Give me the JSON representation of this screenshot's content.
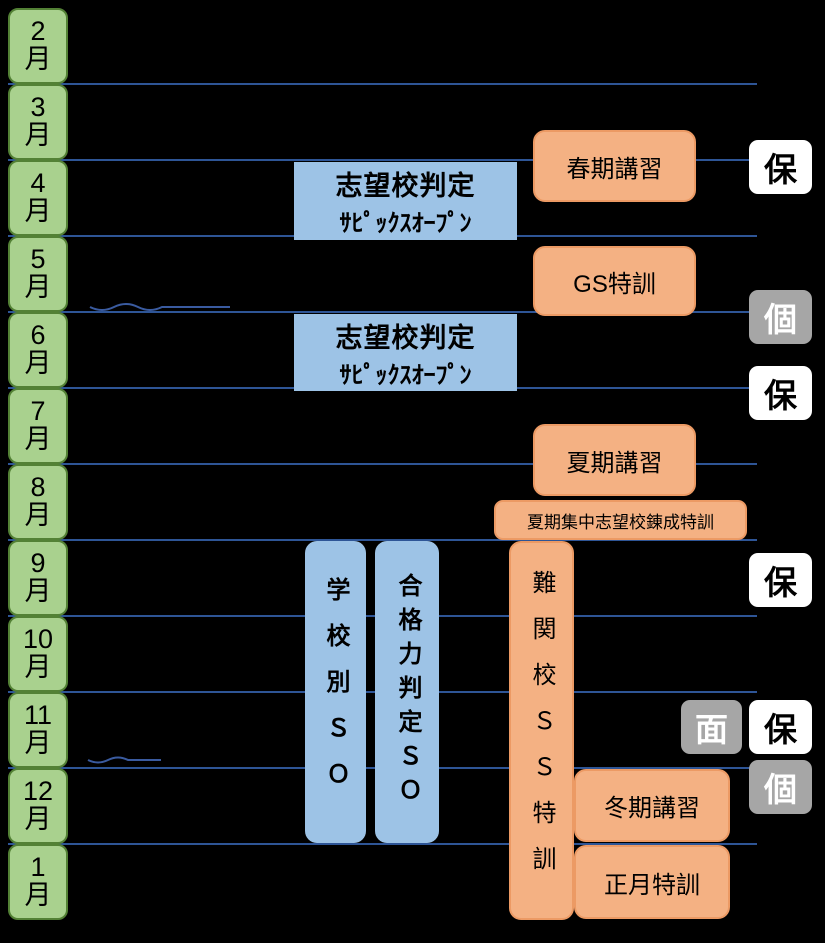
{
  "colors": {
    "background": "#000000",
    "month_fill": "#A9D18E",
    "month_border": "#538135",
    "divider_line": "#2E5596",
    "blue_box": "#9DC3E6",
    "orange_box": "#F4B183",
    "gray_badge": "#A6A6A6",
    "white_badge": "#FFFFFF"
  },
  "months": [
    {
      "num": "2",
      "unit": "月"
    },
    {
      "num": "3",
      "unit": "月"
    },
    {
      "num": "4",
      "unit": "月"
    },
    {
      "num": "5",
      "unit": "月"
    },
    {
      "num": "6",
      "unit": "月"
    },
    {
      "num": "7",
      "unit": "月"
    },
    {
      "num": "8",
      "unit": "月"
    },
    {
      "num": "9",
      "unit": "月"
    },
    {
      "num": "10",
      "unit": "月"
    },
    {
      "num": "11",
      "unit": "月"
    },
    {
      "num": "12",
      "unit": "月"
    },
    {
      "num": "1",
      "unit": "月"
    }
  ],
  "sapix_open": {
    "title": "志望校判定",
    "subtitle": "ｻﾋﾟｯｸｽｵｰﾌﾟﾝ"
  },
  "so_tests": {
    "school_betsu": "学校別ＳＯ",
    "gokakuryoku": "合格力判定ＳＯ"
  },
  "courses": {
    "spring": "春期講習",
    "gs": "GS特訓",
    "summer": "夏期講習",
    "summer_intensive": "夏期集中志望校錬成特訓",
    "nankan_ss": "難関校ＳＳ特訓",
    "winter": "冬期講習",
    "shogatsu": "正月特訓"
  },
  "badges": {
    "parent": "保",
    "individual": "個",
    "interview": "面"
  }
}
